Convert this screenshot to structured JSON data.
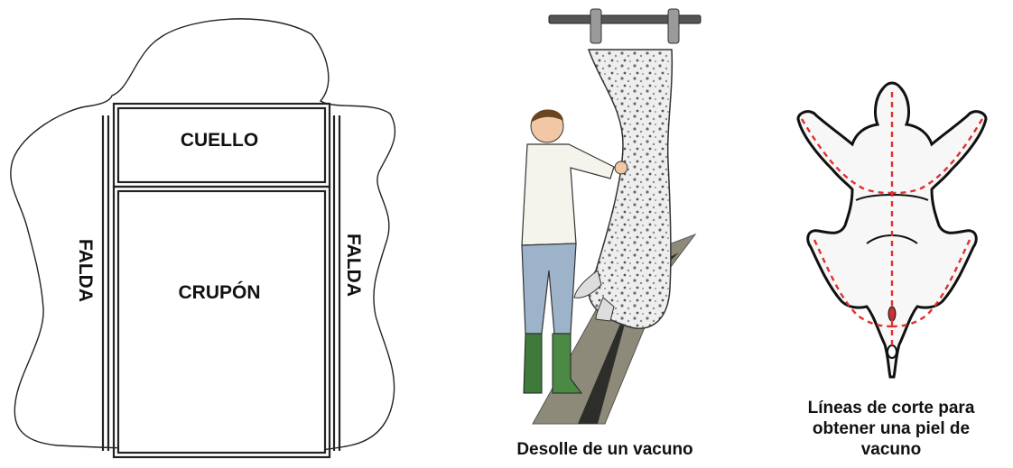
{
  "hide_panel": {
    "labels": {
      "cuello": "CUELLO",
      "crupon": "CRUPÓN",
      "falda_left": "FALDA",
      "falda_right": "FALDA"
    }
  },
  "slaughter_panel": {
    "caption": "Desolle de un vacuno"
  },
  "cut_lines_panel": {
    "caption_lines": [
      "Líneas de corte para",
      "obtener una piel de",
      "vacuno"
    ],
    "cut_line_color": "#e03030"
  }
}
